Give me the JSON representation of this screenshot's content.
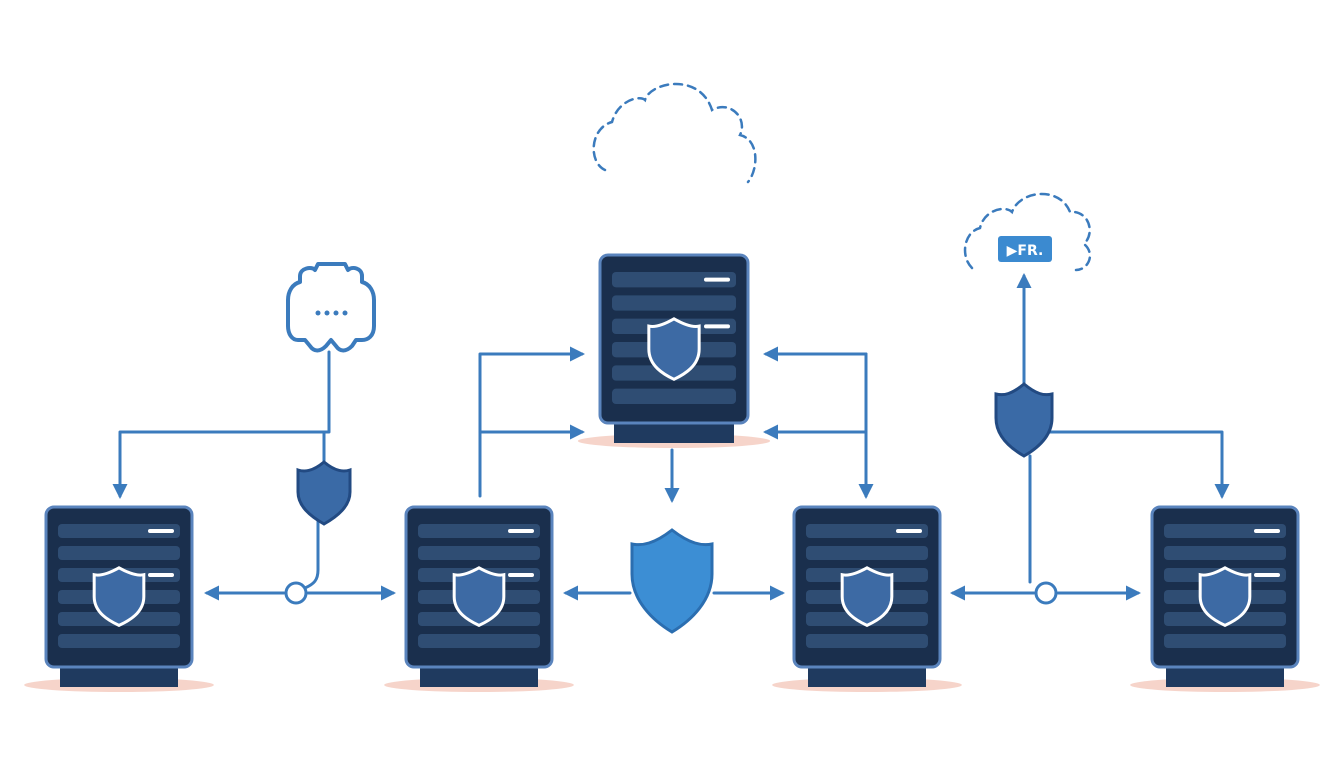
{
  "diagram": {
    "badge": {
      "label": "▶FR."
    },
    "servers": [
      {
        "id": "server-top-center"
      },
      {
        "id": "server-left"
      },
      {
        "id": "server-center-left"
      },
      {
        "id": "server-center-right"
      },
      {
        "id": "server-right"
      }
    ],
    "colors": {
      "line": "#3b7bbd",
      "server_body": "#1a2f4d",
      "server_border": "#5a84bd",
      "shield": "#3d6aa4",
      "shield_bright": "#3c8ed4",
      "shadow": "#f4c9bd"
    },
    "icons": [
      "cloud-dashed-icon",
      "router-hub-icon",
      "shield-icon",
      "server-icon"
    ]
  }
}
